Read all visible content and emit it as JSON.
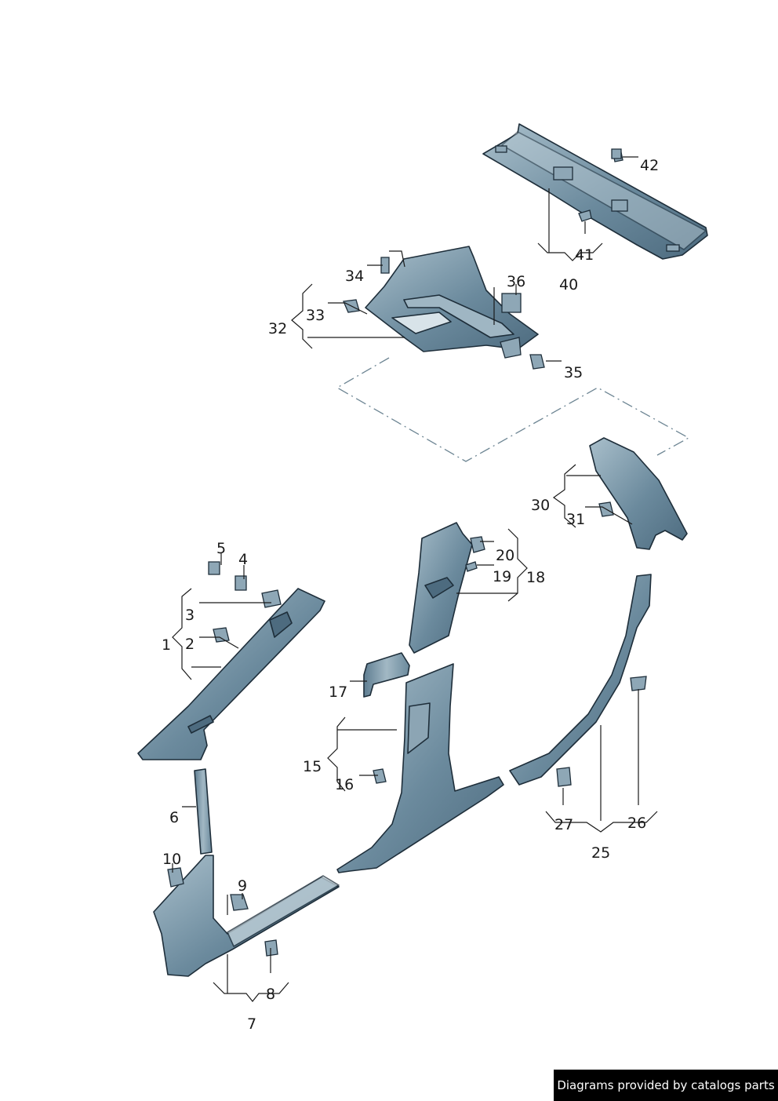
{
  "footer": {
    "text": "Diagrams provided by catalogs parts"
  },
  "colors": {
    "part_fill": "#6b8a9d",
    "part_light": "#a9bfcb",
    "clip_fill": "#8ea7b6",
    "outline": "#1e2e3a"
  },
  "labels": {
    "l1": "1",
    "l2": "2",
    "l3": "3",
    "l4": "4",
    "l5": "5",
    "l6": "6",
    "l7": "7",
    "l8": "8",
    "l9": "9",
    "l10": "10",
    "l15": "15",
    "l16": "16",
    "l17": "17",
    "l18": "18",
    "l19": "19",
    "l20": "20",
    "l25": "25",
    "l26": "26",
    "l27": "27",
    "l30": "30",
    "l31": "31",
    "l32": "32",
    "l33": "33",
    "l34": "34",
    "l35": "35",
    "l36": "36",
    "l40": "40",
    "l41": "41",
    "l42": "42"
  }
}
